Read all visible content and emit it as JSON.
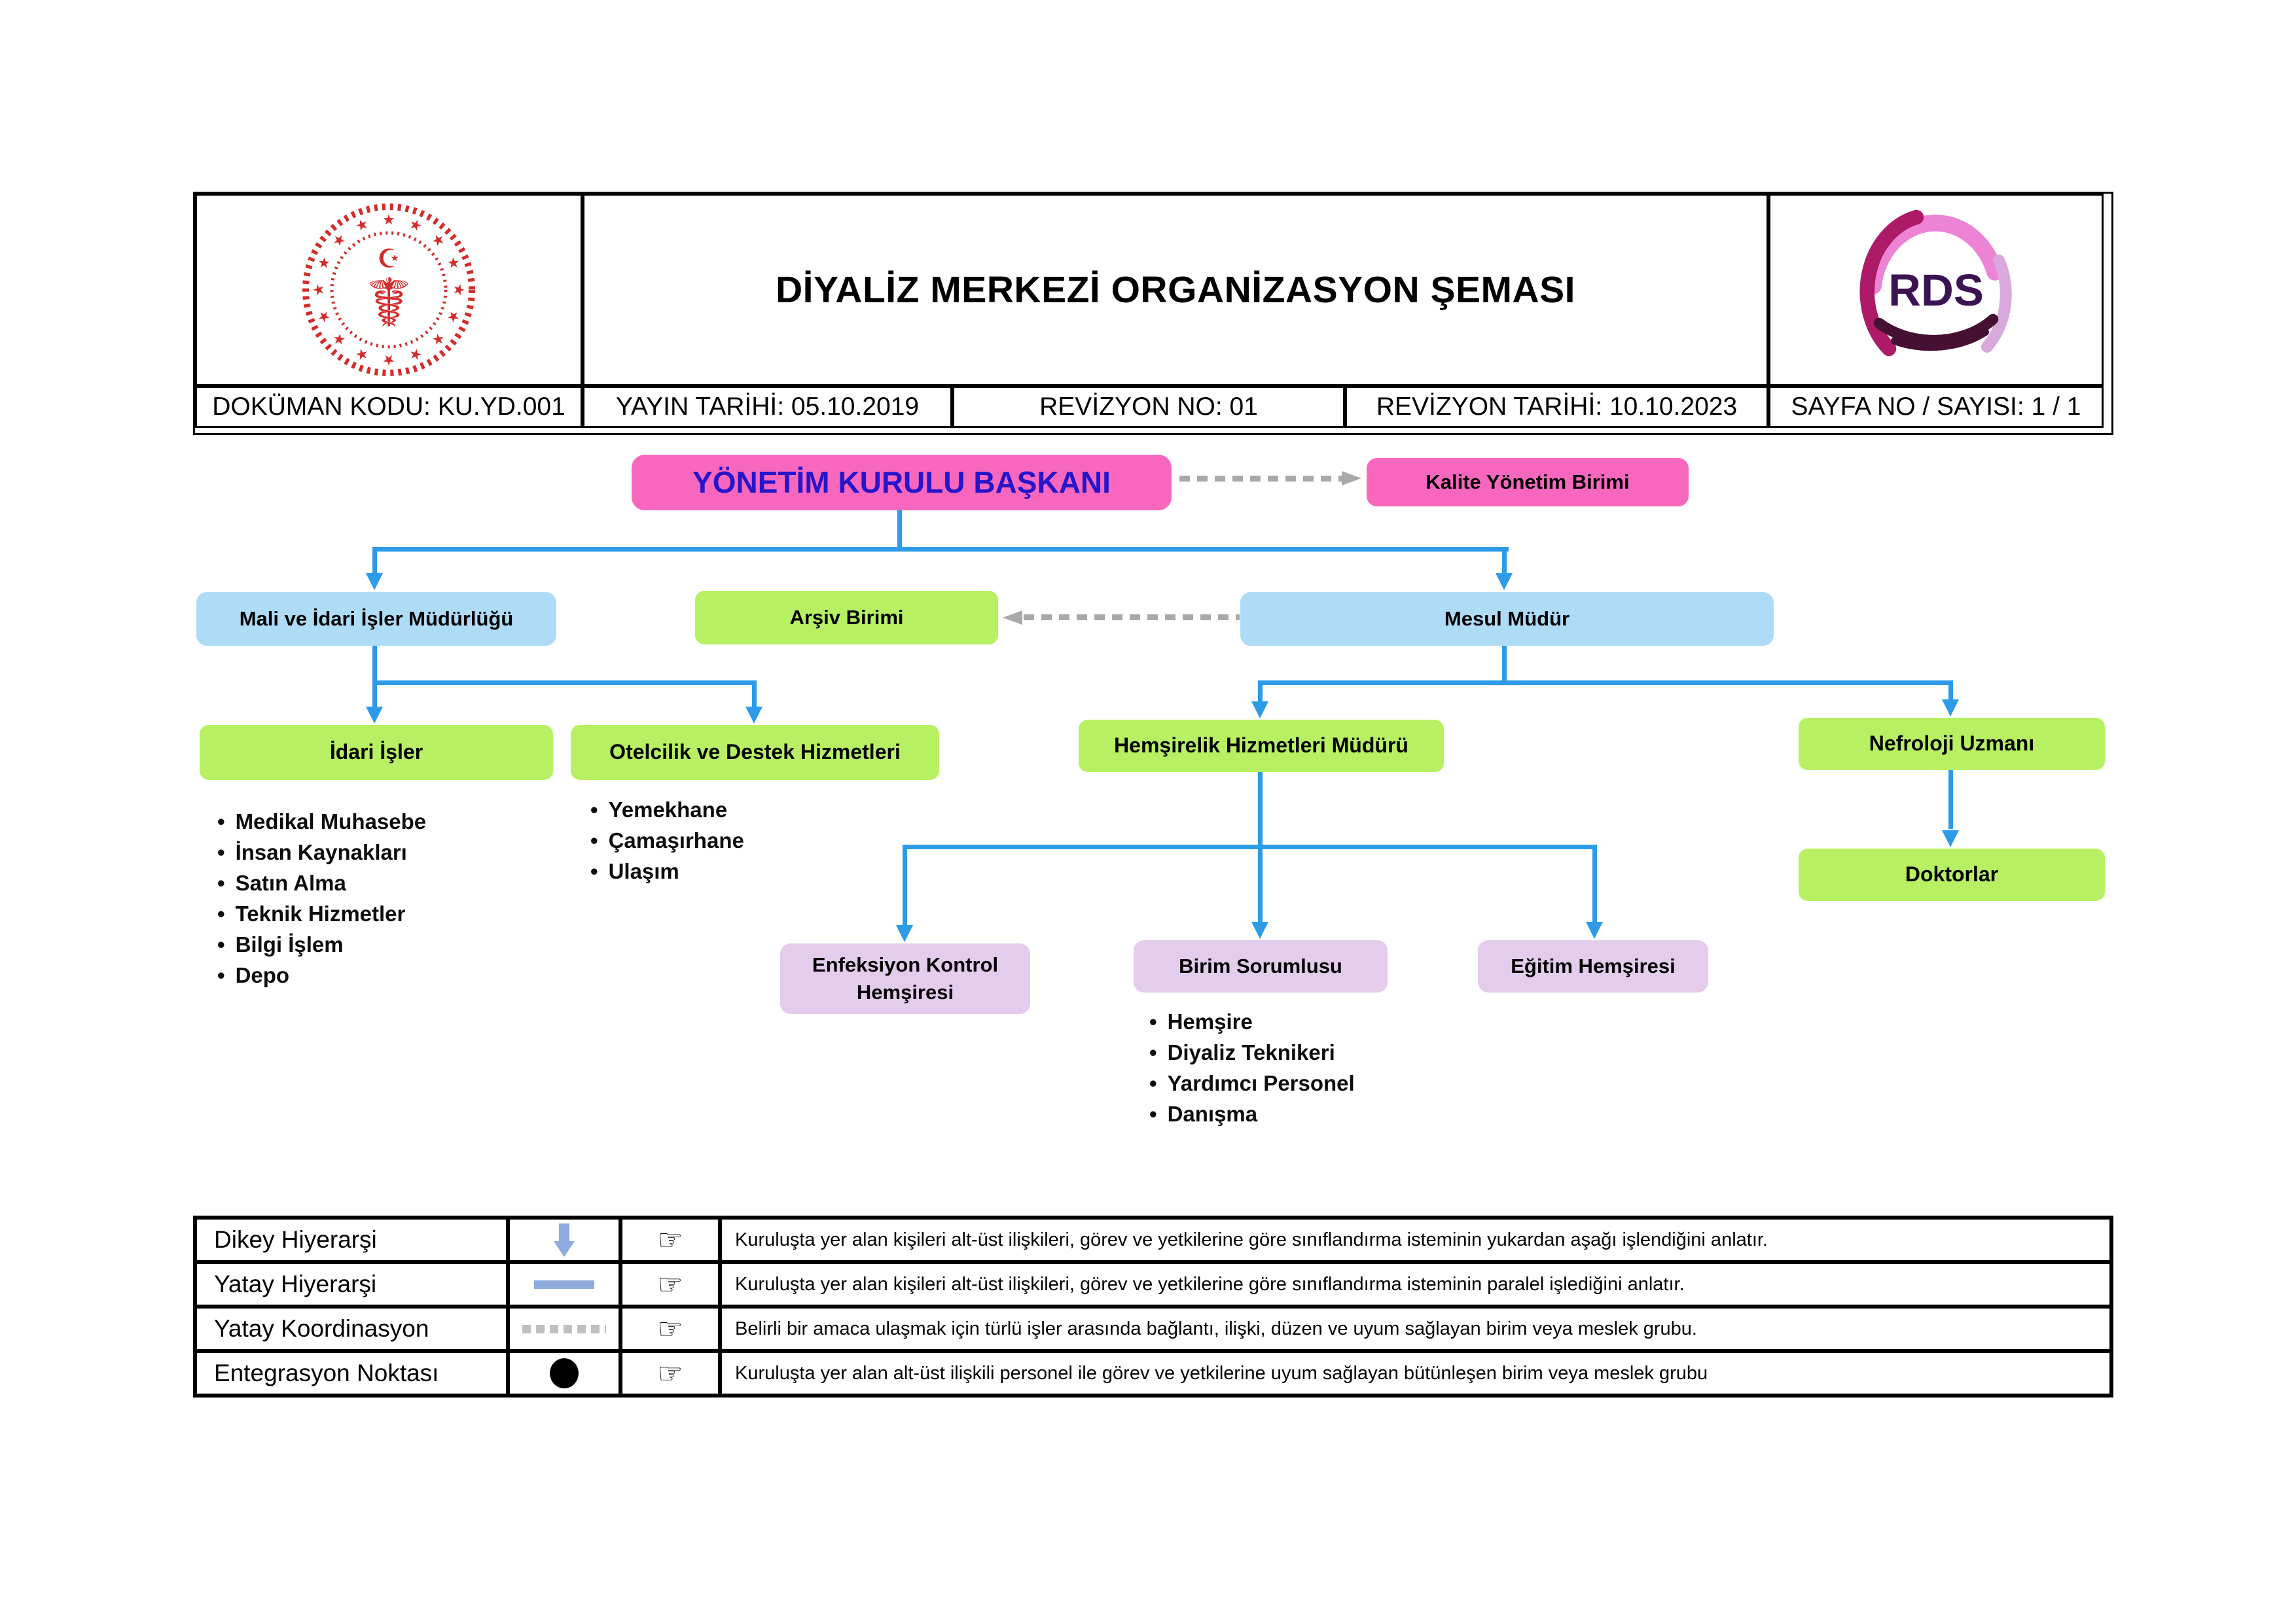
{
  "header": {
    "title": "DİYALİZ MERKEZİ ORGANİZASYON ŞEMASI",
    "doc_code": "DOKÜMAN KODU: KU.YD.001",
    "pub_date": "YAYIN TARİHİ: 05.10.2019",
    "rev_no": "REVİZYON NO: 01",
    "rev_date": "REVİZYON TARİHİ: 10.10.2023",
    "page": "SAYFA NO / SAYISI: 1 / 1",
    "rds": "RDS"
  },
  "org": {
    "ykb": "YÖNETİM KURULU BAŞKANI",
    "kalite": "Kalite Yönetim Birimi",
    "mali": "Mali ve İdari İşler Müdürlüğü",
    "arsiv": "Arşiv Birimi",
    "mesul": "Mesul Müdür",
    "idari": "İdari İşler",
    "otelcilik": "Otelcilik ve Destek Hizmetleri",
    "hemsirelik": "Hemşirelik Hizmetleri Müdürü",
    "nefroloji": "Nefroloji Uzmanı",
    "doktorlar": "Doktorlar",
    "enfeksiyon": "Enfeksiyon Kontrol Hemşiresi",
    "birim": "Birim Sorumlusu",
    "egitim": "Eğitim Hemşiresi"
  },
  "lists": {
    "idari": [
      "Medikal Muhasebe",
      "İnsan Kaynakları",
      "Satın Alma",
      "Teknik Hizmetler",
      "Bilgi İşlem",
      "Depo"
    ],
    "otelcilik": [
      "Yemekhane",
      "Çamaşırhane",
      "Ulaşım"
    ],
    "birim": [
      "Hemşire",
      "Diyaliz Teknikeri",
      "Yardımcı Personel",
      "Danışma"
    ]
  },
  "legend": {
    "hand": "☞",
    "rows": [
      {
        "label": "Dikey Hiyerarşi",
        "symbol": "blue-down-arrow",
        "desc": "Kuruluşta yer alan kişileri alt-üst ilişkileri, görev ve yetkilerine göre sınıflandırma isteminin yukardan aşağı işlendiğini anlatır."
      },
      {
        "label": "Yatay Hiyerarşi",
        "symbol": "blue-horizontal-line",
        "desc": "Kuruluşta yer alan kişileri alt-üst ilişkileri, görev ve yetkilerine göre sınıflandırma isteminin paralel işlediğini anlatır."
      },
      {
        "label": "Yatay Koordinasyon",
        "symbol": "gray-dashed-line",
        "desc": "Belirli bir amaca ulaşmak için türlü işler arasında bağlantı, ilişki, düzen ve uyum sağlayan birim veya meslek grubu."
      },
      {
        "label": "Entegrasyon Noktası",
        "symbol": "black-dot",
        "desc": "Kuruluşta yer alan alt-üst ilişkili personel ile görev ve yetkilerine uyum sağlayan bütünleşen birim veya meslek grubu"
      }
    ]
  },
  "colors": {
    "node_pink": "#F767BE",
    "node_blue": "#AEDCF6",
    "node_green": "#B7F163",
    "node_lavender": "#E3CCEC",
    "connector_blue": "#2E9BE9",
    "connector_gray": "#A9A9A9",
    "legend_symbol_blue": "#8FAADC",
    "ykb_text": "#2715C9",
    "seal_red": "#D42B2B"
  }
}
